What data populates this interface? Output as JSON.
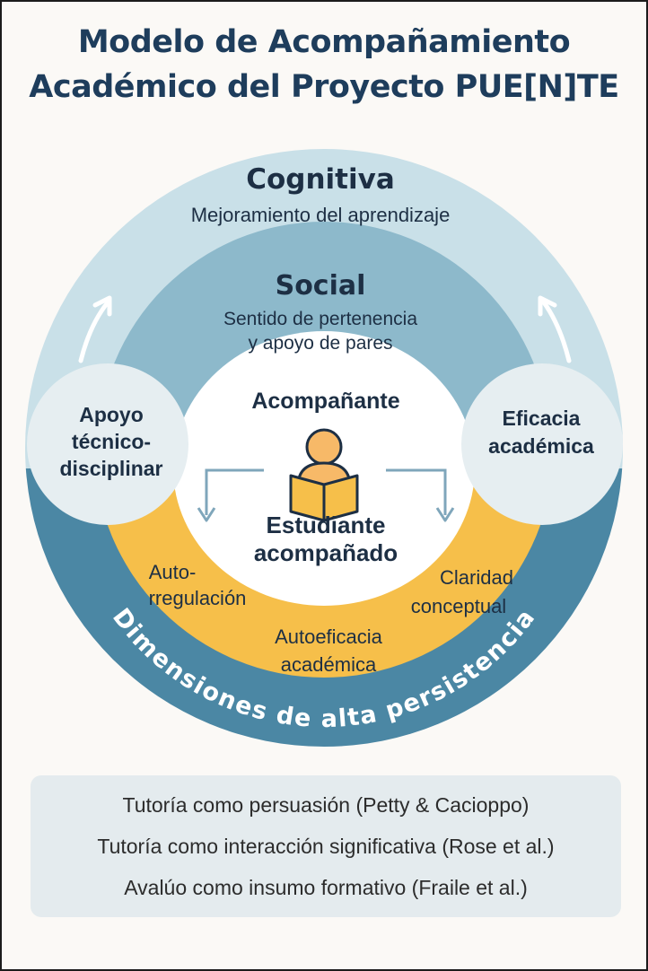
{
  "title": {
    "line1": "Modelo de Acompañamiento",
    "line2": "Académico del Proyecto PUE[N]TE"
  },
  "colors": {
    "title": "#1e3d5c",
    "outer_ring": "#c9e0e8",
    "middle_ring": "#8db9cb",
    "bottom_ring": "#4b87a4",
    "yellow": "#f6bf4a",
    "side_circle": "#e6eef1",
    "center": "#ffffff",
    "text_dark": "#1d2f44"
  },
  "rings": {
    "cognitiva": {
      "heading": "Cognitiva",
      "subtitle": "Mejoramiento del aprendizaje"
    },
    "social": {
      "heading": "Social",
      "subtitle_line1": "Sentido de pertenencia",
      "subtitle_line2": "y apoyo de pares"
    },
    "outer_label": "Dimensiones de alta persistencia"
  },
  "side_circles": {
    "left": {
      "line1": "Apoyo",
      "line2": "técnico-",
      "line3": "disciplinar"
    },
    "right": {
      "line1": "Eficacia",
      "line2": "académica"
    }
  },
  "center": {
    "top_label": "Acompañante",
    "bottom_label_line1": "Estudiante",
    "bottom_label_line2": "acompañado"
  },
  "yellow_items": {
    "autorregulacion": {
      "line1": "Auto-",
      "line2": "rregulación"
    },
    "claridad": {
      "line1": "Claridad",
      "line2": "conceptual"
    },
    "autoeficacia": {
      "line1": "Autoeficacia",
      "line2": "académica"
    }
  },
  "footer": {
    "line1": "Tutoría como persuasión (Petty & Cacioppo)",
    "line2": "Tutoría como interacción significativa (Rose et al.)",
    "line3": "Avalúo como insumo formativo (Fraile et al.)"
  }
}
